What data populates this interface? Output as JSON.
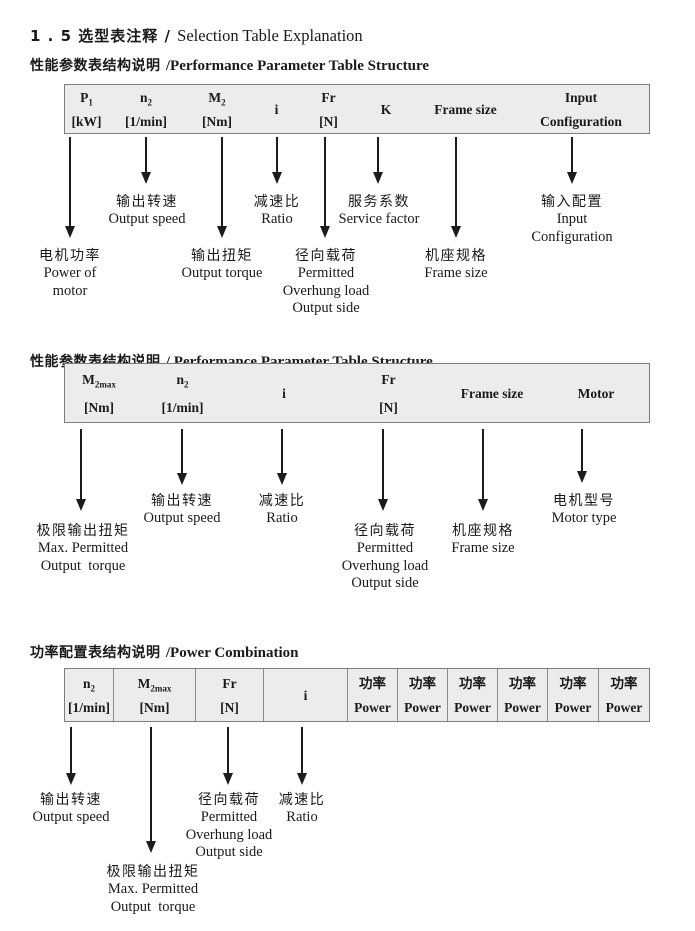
{
  "title": {
    "cn": "1 . 5 选型表注释 / ",
    "en": "Selection Table Explanation"
  },
  "s1": {
    "heading_cn": "性能参数表结构说明 ",
    "heading_en": "/Performance Parameter Table Structure",
    "table": [
      {
        "line1": "P",
        "sub": "1",
        "line2": "[kW]"
      },
      {
        "line1": "n",
        "sub": "2",
        "line2": "[1/min]"
      },
      {
        "line1": "M",
        "sub": "2",
        "line2": "[Nm]"
      },
      {
        "line1": "i"
      },
      {
        "line1": "Fr",
        "line2": "[N]"
      },
      {
        "line1": "K"
      },
      {
        "line1": "Frame size"
      },
      {
        "line1": "Input",
        "line2": "Configuration"
      }
    ],
    "callouts": [
      {
        "lines": [
          "电机功率",
          "Power of",
          "motor"
        ]
      },
      {
        "lines": [
          "输出转速",
          "Output speed"
        ]
      },
      {
        "lines": [
          "输出扭矩",
          "Output torque"
        ]
      },
      {
        "lines": [
          "减速比",
          "Ratio"
        ]
      },
      {
        "lines": [
          "径向载荷",
          "Permitted",
          "Overhung load",
          "Output side"
        ]
      },
      {
        "lines": [
          "服务系数",
          "Service factor"
        ]
      },
      {
        "lines": [
          "机座规格",
          "Frame size"
        ]
      },
      {
        "lines": [
          "输入配置",
          "Input",
          "Configuration"
        ]
      }
    ]
  },
  "s2": {
    "heading_cn": "性能参数表结构说明 ",
    "heading_en": "/ Performance Parameter Table Structure",
    "table": [
      {
        "line1": "M",
        "sub": "2max",
        "line2": "[Nm]"
      },
      {
        "line1": "n",
        "sub": "2",
        "line2": "[1/min]"
      },
      {
        "line1": "i"
      },
      {
        "line1": "Fr",
        "line2": "[N]"
      },
      {
        "line1": "Frame size"
      },
      {
        "line1": "Motor"
      }
    ],
    "callouts": [
      {
        "lines": [
          "极限输出扭矩",
          "Max. Permitted",
          "Output  torque"
        ]
      },
      {
        "lines": [
          "输出转速",
          "Output speed"
        ]
      },
      {
        "lines": [
          "减速比",
          "Ratio"
        ]
      },
      {
        "lines": [
          "径向载荷",
          "Permitted",
          "Overhung load",
          "Output side"
        ]
      },
      {
        "lines": [
          "机座规格",
          "Frame size"
        ]
      },
      {
        "lines": [
          "电机型号",
          "Motor type"
        ]
      }
    ]
  },
  "s3": {
    "heading_cn": "功率配置表结构说明 ",
    "heading_en": "/Power Combination",
    "table": [
      {
        "line1": "n",
        "sub": "2",
        "line2": "[1/min]"
      },
      {
        "line1": "M",
        "sub": "2max",
        "line2": "[Nm]"
      },
      {
        "line1": "Fr",
        "line2": "[N]"
      },
      {
        "line1": "i"
      },
      {
        "line1": "功率",
        "line2": "Power"
      },
      {
        "line1": "功率",
        "line2": "Power"
      },
      {
        "line1": "功率",
        "line2": "Power"
      },
      {
        "line1": "功率",
        "line2": "Power"
      },
      {
        "line1": "功率",
        "line2": "Power"
      },
      {
        "line1": "功率",
        "line2": "Power"
      }
    ],
    "callouts": [
      {
        "lines": [
          "输出转速",
          "Output speed"
        ]
      },
      {
        "lines": [
          "极限输出扭矩",
          "Max. Permitted",
          "Output  torque"
        ]
      },
      {
        "lines": [
          "径向载荷",
          "Permitted",
          "Overhung load",
          "Output side"
        ]
      },
      {
        "lines": [
          "减速比",
          "Ratio"
        ]
      }
    ]
  }
}
